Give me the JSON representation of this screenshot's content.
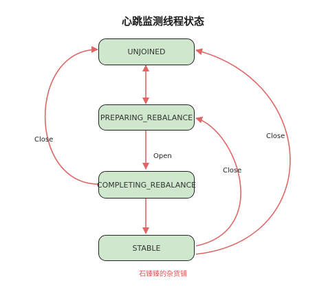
{
  "title": "心跳监测线程状态",
  "nodes": {
    "unjoined": "UNJOINED",
    "preparing": "PREPARING_REBALANCE",
    "completing": "COMPLETING_REBALANCE",
    "stable": "STABLE"
  },
  "edges": {
    "open": "Open",
    "close_left": "Close",
    "close_mid": "Close",
    "close_right": "Close"
  },
  "watermark": "石臻臻的杂货铺",
  "colors": {
    "node_fill": "#cfe8cd",
    "arrow": "#e06666",
    "node_border": "#222222"
  }
}
